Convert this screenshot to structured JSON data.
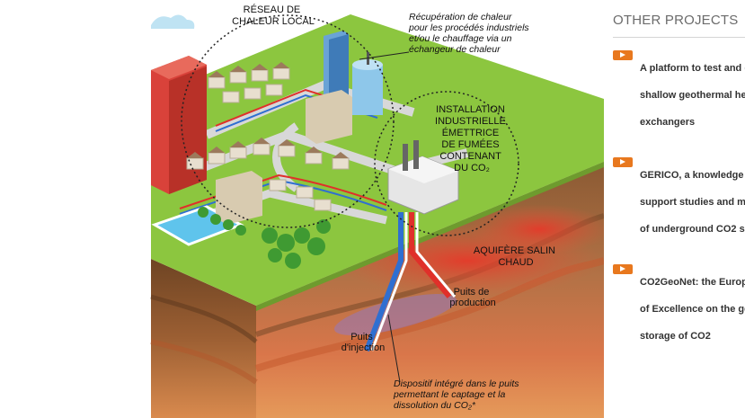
{
  "illustration": {
    "labels": {
      "heat_network": [
        "RÉSEAU DE",
        "CHALEUR LOCAL"
      ],
      "heat_recovery": [
        "Récupération de chaleur",
        "pour les procédés industriels",
        "et/ou le chauffage via un",
        "échangeur de chaleur"
      ],
      "industrial_plant": [
        "INSTALLATION",
        "INDUSTRIELLE",
        "ÉMETTRICE",
        "DE FUMÉES",
        "CONTENANT",
        "DU CO₂"
      ],
      "saline_aquifer": [
        "AQUIFÈRE SALIN",
        "CHAUD"
      ],
      "production_well": [
        "Puits de",
        "production"
      ],
      "injection_well": [
        "Puits",
        "d'injection"
      ],
      "integrated_device": [
        "Dispositif intégré dans le puits",
        "permettant le captage et la",
        "dissolution du CO₂*"
      ]
    }
  },
  "sidebar": {
    "title": "OTHER PROJECTS",
    "projects": [
      {
        "lines": [
          "A platform to test and d",
          "shallow geothermal hea",
          "exchangers"
        ]
      },
      {
        "lines": [
          "GERICO, a knowledge b",
          "support studies and m",
          "of underground CO2 s"
        ]
      },
      {
        "lines": [
          "CO2GeoNet: the Europ",
          "of Excellence on the ge",
          "storage of CO2"
        ]
      }
    ]
  },
  "colors": {
    "accent": "#e8781e",
    "title_gray": "#6b6b6b",
    "grass": "#8cc63f",
    "soil_top": "#a86d3e",
    "hot_layer": "#d9452f"
  }
}
